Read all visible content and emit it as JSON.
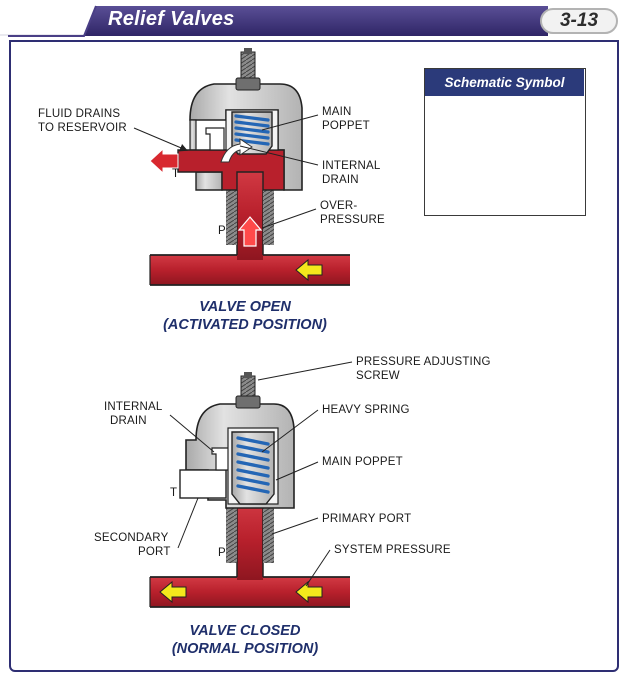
{
  "header": {
    "title": "Relief Valves",
    "page_number": "3-13"
  },
  "schematic": {
    "title": "Schematic Symbol"
  },
  "open_view": {
    "caption_line1": "VALVE OPEN",
    "caption_line2": "(ACTIVATED POSITION)",
    "labels": {
      "fluid_drains_1": "FLUID DRAINS",
      "fluid_drains_2": "TO RESERVOIR",
      "main_poppet_1": "MAIN",
      "main_poppet_2": "POPPET",
      "internal_drain_1": "INTERNAL",
      "internal_drain_2": "DRAIN",
      "overpressure_1": "OVER-",
      "overpressure_2": "PRESSURE",
      "port_t": "T",
      "port_p": "P"
    }
  },
  "closed_view": {
    "caption_line1": "VALVE CLOSED",
    "caption_line2": "(NORMAL POSITION)",
    "labels": {
      "adjusting_screw_1": "PRESSURE ADJUSTING",
      "adjusting_screw_2": "SCREW",
      "heavy_spring": "HEAVY SPRING",
      "internal_drain_1": "INTERNAL",
      "internal_drain_2": "DRAIN",
      "main_poppet": "MAIN POPPET",
      "primary_port": "PRIMARY PORT",
      "secondary_port_1": "SECONDARY",
      "secondary_port_2": "PORT",
      "system_pressure": "SYSTEM PRESSURE",
      "port_t": "T",
      "port_p": "P"
    }
  },
  "colors": {
    "header_bar": "#3a2f74",
    "fluid_red": "#b8202c",
    "body_gray": "#c8c8c8",
    "spring_blue": "#2466b5",
    "arrow_yellow": "#f4e81c",
    "caption_navy": "#1f2f6b"
  }
}
